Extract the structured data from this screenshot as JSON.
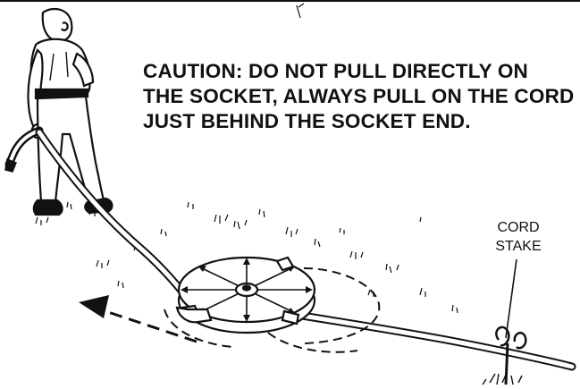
{
  "caution": {
    "lines": [
      "CAUTION: DO NOT PULL DIRECTLY ON",
      "THE SOCKET, ALWAYS PULL ON THE CORD",
      "JUST BEHIND THE SOCKET END."
    ]
  },
  "stake_label": {
    "lines": [
      "CORD",
      "STAKE"
    ]
  },
  "colors": {
    "ink": "#111111",
    "paper": "#ffffff"
  }
}
